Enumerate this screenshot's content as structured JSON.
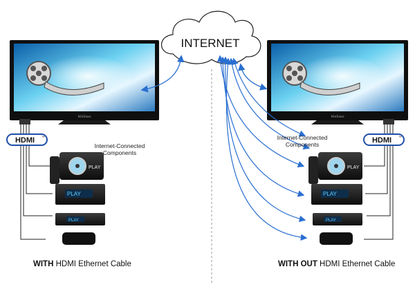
{
  "cloud": {
    "label": "INTERNET"
  },
  "tv": {
    "brand": "WinTones"
  },
  "hdmi": {
    "logo": "HDMI",
    "trademark": "™"
  },
  "left_panel": {
    "components_label_line1": "Internet-Connected",
    "components_label_line2": "Components",
    "caption_bold": "WITH",
    "caption_rest": " HDMI Ethernet Cable"
  },
  "right_panel": {
    "components_label_line1": "Internet-Connected",
    "components_label_line2": "Components",
    "caption_bold": "WITH OUT",
    "caption_rest": " HDMI Ethernet Cable"
  },
  "device_text": {
    "play": "PLAY"
  },
  "colors": {
    "arrow": "#2a6fd0",
    "hdmi_blue": "#1f4fa8",
    "divider": "#9a9a9a",
    "device": "#1a1a1a"
  }
}
